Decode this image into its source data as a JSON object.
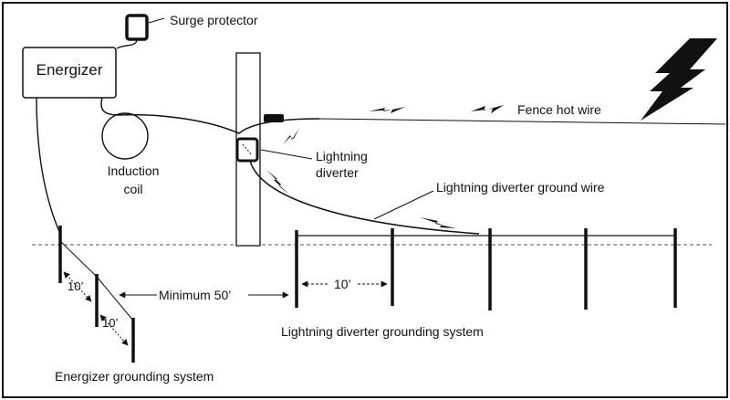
{
  "labels": {
    "surge_protector": "Surge protector",
    "energizer": "Energizer",
    "induction_coil_line1": "Induction",
    "induction_coil_line2": "coil",
    "lightning_diverter_line1": "Lightning",
    "lightning_diverter_line2": "diverter",
    "fence_hot_wire": "Fence hot wire",
    "lightning_diverter_ground_wire": "Lightning diverter ground wire",
    "spacing_10_a": "10’",
    "spacing_10_b": "10’",
    "spacing_10_c": "10’",
    "minimum_50": "Minimum 50’",
    "lightning_diverter_grounding_system": "Lightning diverter grounding system",
    "energizer_grounding_system": "Energizer grounding system"
  },
  "colors": {
    "stroke": "#111111",
    "background": "#ffffff"
  },
  "icons": {
    "lightning": "lightning-bolt-icon"
  }
}
